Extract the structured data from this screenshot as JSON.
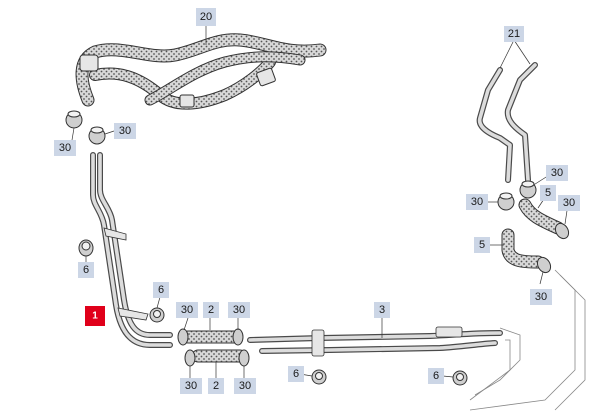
{
  "callouts": [
    {
      "id": "c20",
      "text": "20"
    },
    {
      "id": "c21",
      "text": "21"
    },
    {
      "id": "c30a",
      "text": "30"
    },
    {
      "id": "c30b",
      "text": "30"
    },
    {
      "id": "c6a",
      "text": "6"
    },
    {
      "id": "c1",
      "text": "1"
    },
    {
      "id": "c6b",
      "text": "6"
    },
    {
      "id": "c2a",
      "text": "2"
    },
    {
      "id": "c30c",
      "text": "30"
    },
    {
      "id": "c3",
      "text": "3"
    },
    {
      "id": "c30d",
      "text": "30"
    },
    {
      "id": "c2b",
      "text": "2"
    },
    {
      "id": "c30e",
      "text": "30"
    },
    {
      "id": "c6c",
      "text": "6"
    },
    {
      "id": "c6d",
      "text": "6"
    },
    {
      "id": "c30f",
      "text": "30"
    },
    {
      "id": "c30g",
      "text": "30"
    },
    {
      "id": "c30h",
      "text": "30"
    },
    {
      "id": "c5a",
      "text": "5"
    },
    {
      "id": "c30i",
      "text": "30"
    },
    {
      "id": "c5b",
      "text": "5"
    },
    {
      "id": "c30j",
      "text": "30"
    }
  ],
  "colors": {
    "highlight": "#e0001a",
    "label_bg": "#ccd6e6"
  }
}
